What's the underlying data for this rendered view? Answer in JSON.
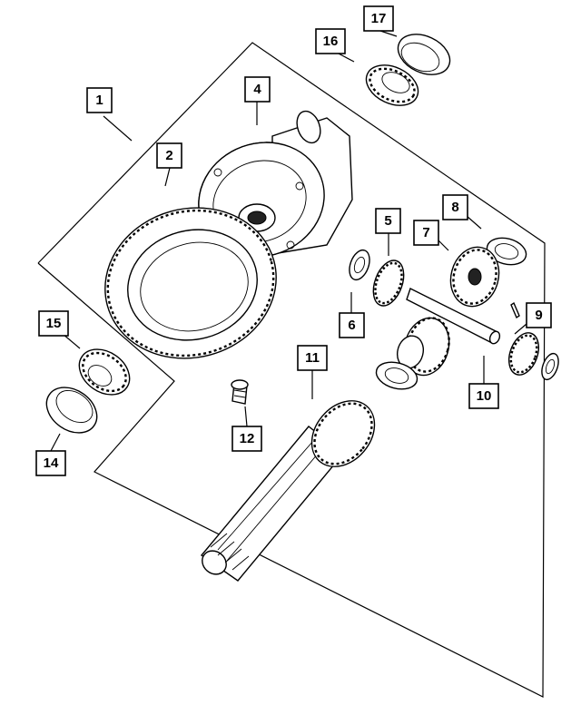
{
  "callouts": [
    {
      "number": "1"
    },
    {
      "number": "2"
    },
    {
      "number": "4"
    },
    {
      "number": "5"
    },
    {
      "number": "6"
    },
    {
      "number": "7"
    },
    {
      "number": "8"
    },
    {
      "number": "9"
    },
    {
      "number": "10"
    },
    {
      "number": "11"
    },
    {
      "number": "12"
    },
    {
      "number": "14"
    },
    {
      "number": "15"
    },
    {
      "number": "16"
    },
    {
      "number": "17"
    }
  ],
  "colors": {
    "ink": "#000000",
    "background": "#ffffff"
  }
}
